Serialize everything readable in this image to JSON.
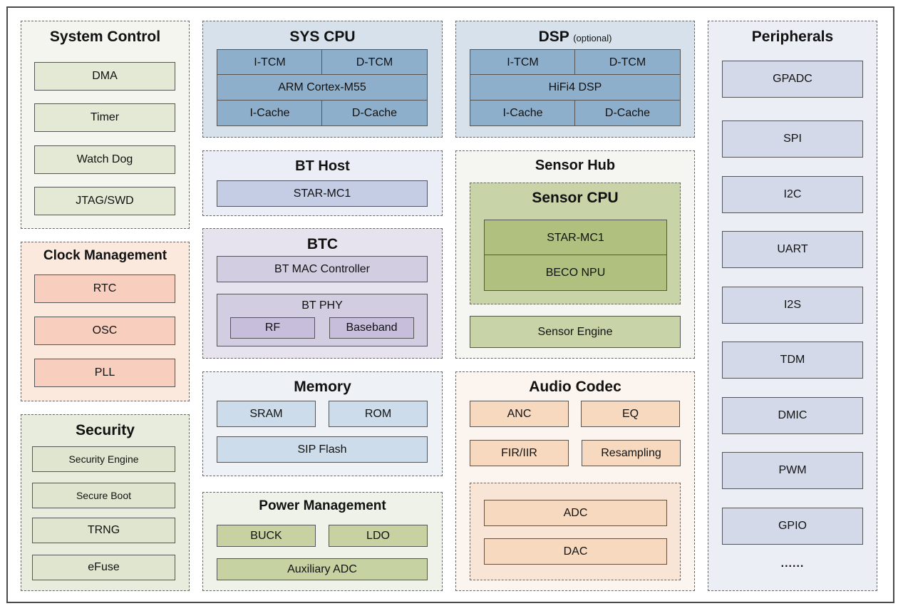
{
  "system_control": {
    "title": "System Control",
    "items": [
      "DMA",
      "Timer",
      "Watch Dog",
      "JTAG/SWD"
    ]
  },
  "clock_management": {
    "title": "Clock Management",
    "items": [
      "RTC",
      "OSC",
      "PLL"
    ]
  },
  "security": {
    "title": "Security",
    "items": [
      "Security Engine",
      "Secure Boot",
      "TRNG",
      "eFuse"
    ]
  },
  "sys_cpu": {
    "title": "SYS CPU",
    "itcm": "I-TCM",
    "dtcm": "D-TCM",
    "core": "ARM Cortex-M55",
    "icache": "I-Cache",
    "dcache": "D-Cache"
  },
  "dsp": {
    "title": "DSP",
    "subtitle": "(optional)",
    "itcm": "I-TCM",
    "dtcm": "D-TCM",
    "core": "HiFi4 DSP",
    "icache": "I-Cache",
    "dcache": "D-Cache"
  },
  "bt_host": {
    "title": "BT Host",
    "core": "STAR-MC1"
  },
  "btc": {
    "title": "BTC",
    "mac": "BT MAC Controller",
    "phy": "BT PHY",
    "rf": "RF",
    "baseband": "Baseband"
  },
  "memory": {
    "title": "Memory",
    "sram": "SRAM",
    "rom": "ROM",
    "flash": "SIP Flash"
  },
  "power_management": {
    "title": "Power Management",
    "buck": "BUCK",
    "ldo": "LDO",
    "aux_adc": "Auxiliary ADC"
  },
  "sensor_hub": {
    "title": "Sensor Hub",
    "cpu_title": "Sensor CPU",
    "core": "STAR-MC1",
    "npu": "BECO NPU",
    "engine": "Sensor Engine"
  },
  "audio_codec": {
    "title": "Audio Codec",
    "anc": "ANC",
    "eq": "EQ",
    "filter": "FIR/IIR",
    "resampling": "Resampling",
    "adc": "ADC",
    "dac": "DAC"
  },
  "peripherals": {
    "title": "Peripherals",
    "items": [
      "GPADC",
      "SPI",
      "I2C",
      "UART",
      "I2S",
      "TDM",
      "DMIC",
      "PWM",
      "GPIO"
    ],
    "more": "......"
  }
}
